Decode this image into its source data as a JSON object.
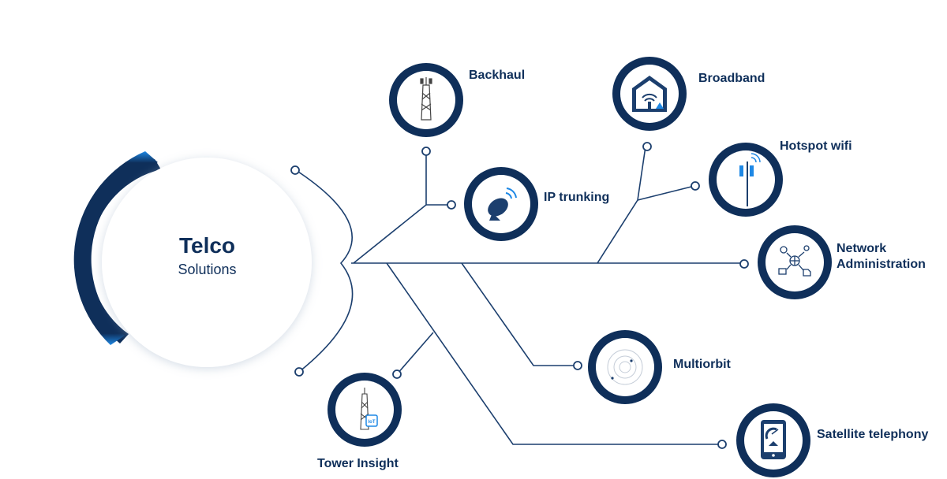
{
  "hub": {
    "title": "Telco",
    "subtitle": "Solutions"
  },
  "nodes": [
    {
      "label": "Backhaul",
      "icon": "tower-icon"
    },
    {
      "label": "IP trunking",
      "icon": "satellite-dish-icon"
    },
    {
      "label": "Broadband",
      "icon": "home-wifi-icon"
    },
    {
      "label": "Hotspot wifi",
      "icon": "wifi-antenna-icon"
    },
    {
      "label": "Network Administration",
      "icon": "network-admin-icon"
    },
    {
      "label": "Multiorbit",
      "icon": "orbit-icon"
    },
    {
      "label": "Satellite telephony",
      "icon": "satellite-phone-icon"
    },
    {
      "label": "Tower Insight",
      "icon": "iot-tower-icon"
    }
  ],
  "colors": {
    "primary": "#0f2f5a",
    "accent": "#1e88e5",
    "line": "#1c3f6e"
  }
}
